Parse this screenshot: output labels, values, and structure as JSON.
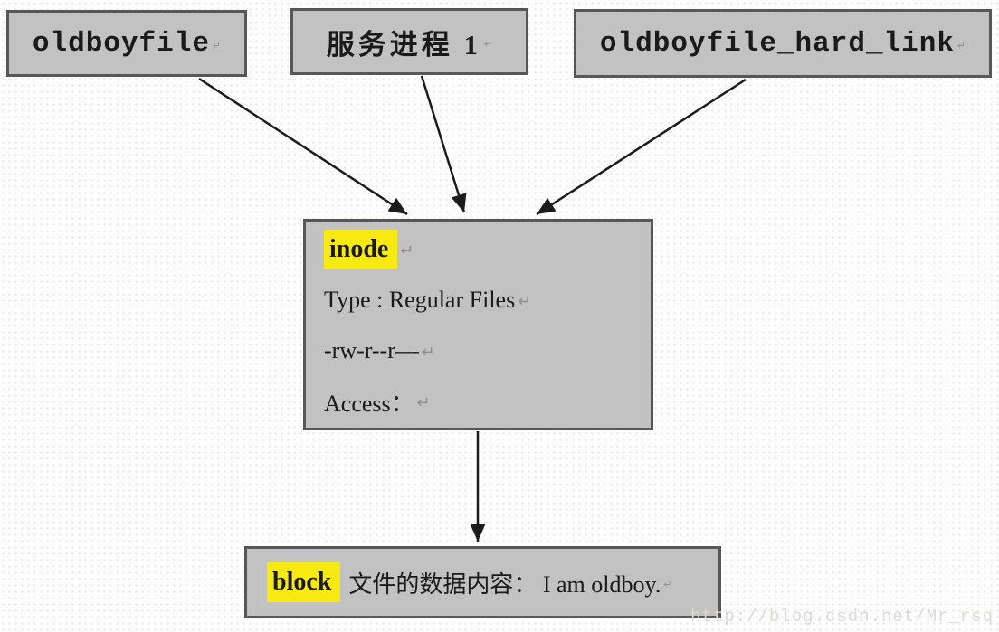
{
  "watermark": {
    "text": "http://blog.csdn.net/Mr_rsq"
  },
  "glyphs": {
    "return_mark": "↵"
  },
  "colors": {
    "box_fill": "#c2c2c2",
    "box_border": "#575757",
    "highlight": "#f6ea12",
    "arrow": "#1c1c1c",
    "text": "#1a1a1a",
    "return_mark": "#8f8f8f",
    "watermark": "#dedad5",
    "background": "#fdfdfd"
  },
  "nodes": {
    "oldboyfile": {
      "label": "oldboyfile"
    },
    "service_process": {
      "label": "服务进程 1"
    },
    "hardlink": {
      "label": "oldboyfile_hard_link"
    },
    "inode": {
      "keyword": "inode",
      "lines": [
        "Type : Regular Files",
        "-rw-r--r—",
        "Access："
      ]
    },
    "block": {
      "keyword": "block",
      "text": "文件的数据内容： I am oldboy."
    }
  }
}
